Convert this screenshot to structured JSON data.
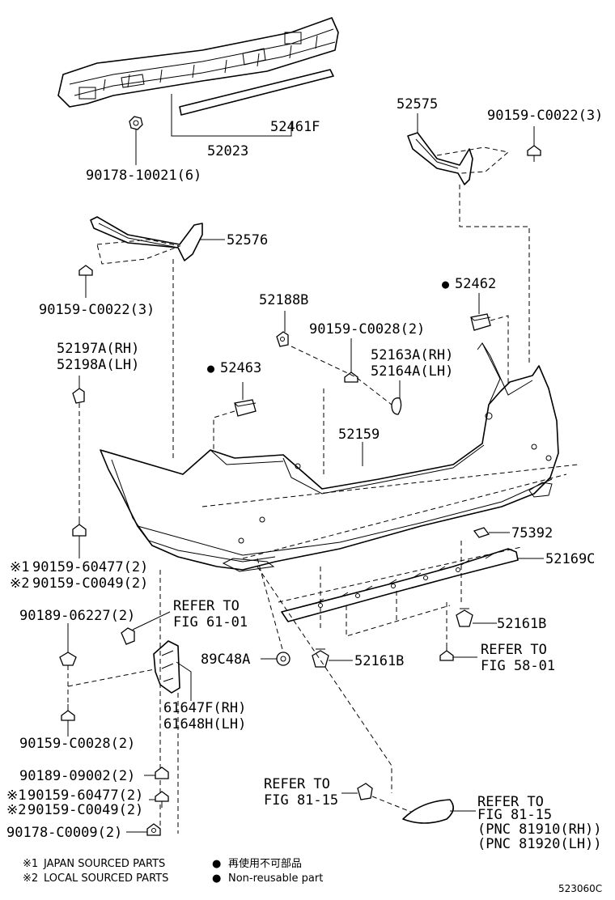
{
  "labels": {
    "p52461F": "52461F",
    "p52023": "52023",
    "p90178_10021": "90178-10021(6)",
    "p52575": "52575",
    "p90159_C0022_r": "90159-C0022(3)",
    "p52576": "52576",
    "p90159_C0022_l": "90159-C0022(3)",
    "p52188B": "52188B",
    "p52462": "52462",
    "p90159_C0028_top": "90159-C0028(2)",
    "p52163A": "52163A(RH)",
    "p52164A": "52164A(LH)",
    "p52197A": "52197A(RH)",
    "p52198A": "52198A(LH)",
    "p52463": "52463",
    "p52159": "52159",
    "p75392": "75392",
    "p52169C": "52169C",
    "p90159_60477_a": "90159-60477(2)",
    "p90159_C0049_a": "90159-C0049(2)",
    "p90189_06227": "90189-06227(2)",
    "refer_61_1": "REFER TO",
    "refer_61_2": "FIG 61-01",
    "p52161B_r": "52161B",
    "p52161B_c": "52161B",
    "p89C48A": "89C48A",
    "refer_58_1": "REFER TO",
    "refer_58_2": "FIG 58-01",
    "p61647F": "61647F(RH)",
    "p61648H": "61648H(LH)",
    "p90159_C0028_bot": "90159-C0028(2)",
    "p90189_09002": "90189-09002(2)",
    "p90159_60477_b": "90159-60477(2)",
    "p90159_C0049_b": "90159-C0049(2)",
    "p90178_C0009": "90178-C0009(2)",
    "refer_81a_1": "REFER TO",
    "refer_81a_2": "FIG 81-15",
    "refer_81b_1": "REFER TO",
    "refer_81b_2": "FIG 81-15",
    "pnc_81910": "(PNC 81910(RH))",
    "pnc_81920": "(PNC 81920(LH))"
  },
  "marks": {
    "ref1": "※1",
    "ref2": "※2",
    "non_reusable_dot": "●"
  },
  "legend": {
    "japan_mark": "※1",
    "japan_text": "JAPAN SOURCED PARTS",
    "local_mark": "※2",
    "local_text": "LOCAL SOURCED PARTS",
    "dot_mark": "●",
    "jp_text": "再使用不可部品",
    "en_text": "Non-reusable part"
  },
  "footer": {
    "diagram_number": "523060C"
  }
}
